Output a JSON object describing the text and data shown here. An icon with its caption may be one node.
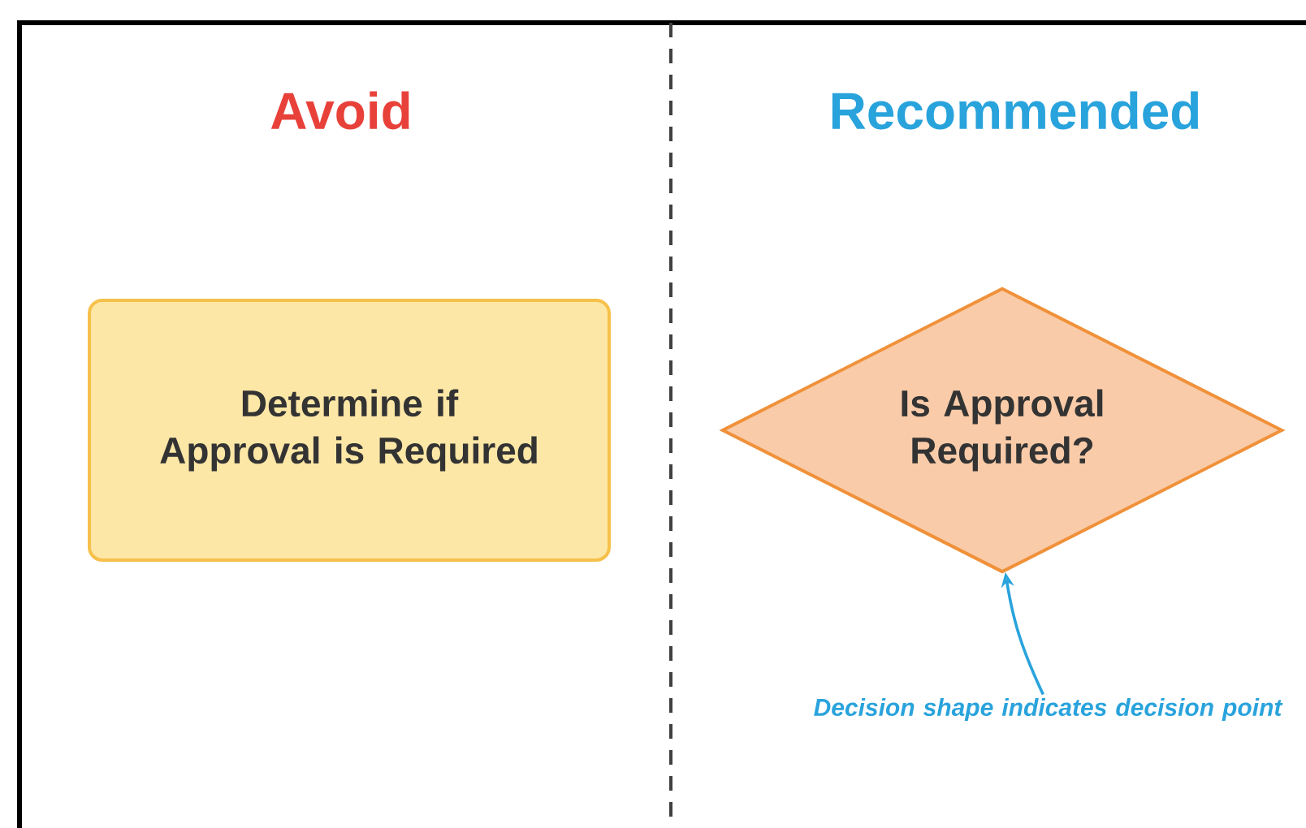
{
  "diagram": {
    "nodes": [
      {
        "text": [
          "Determine if Approval is Required"
        ]
      },
      {
        "text": [
          "Is Approval Required?"
        ]
      },
      {
        "text": [
          "Decision shape indicates decision point"
        ]
      }
    ],
    "edges": [
      {
        "from": 2,
        "to": 1,
        "arrow": "to",
        "color": "#29a3dc"
      }
    ],
    "labels": [
      "Avoid",
      "Recommended"
    ]
  }
}
